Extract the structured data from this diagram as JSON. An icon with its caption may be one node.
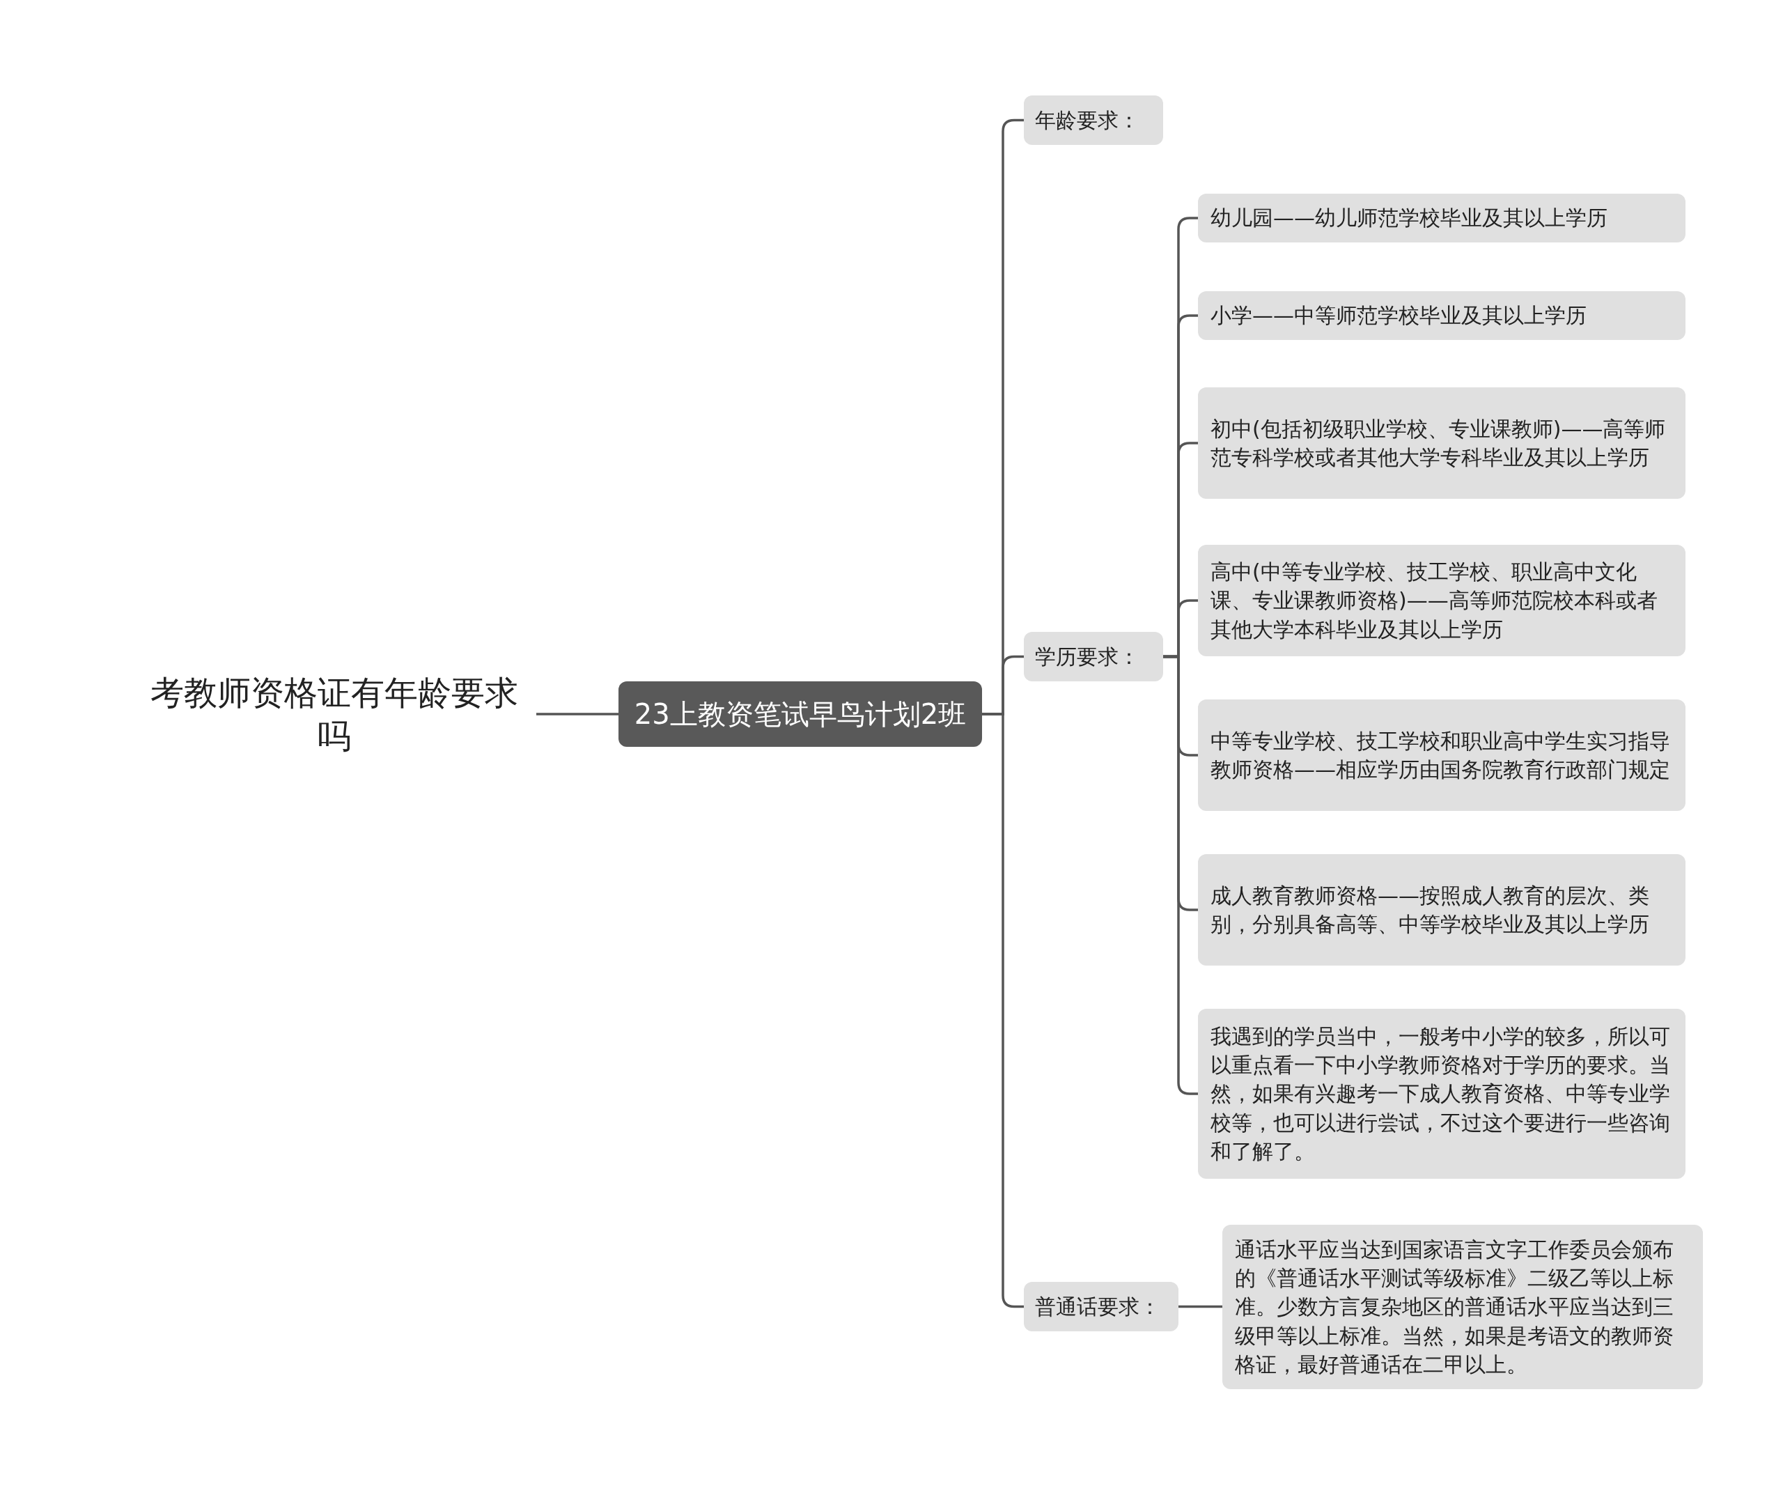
{
  "diagram": {
    "nodes": [
      {
        "text": [
          "考教师资格证有年龄要求吗"
        ]
      },
      {
        "text": [
          "23上教资笔试早鸟计划2班"
        ]
      },
      {
        "text": [
          "年龄要求："
        ]
      },
      {
        "text": [
          "学历要求："
        ]
      },
      {
        "text": [
          "幼儿园——幼儿师范学校毕业及其以上学历"
        ]
      },
      {
        "text": [
          "小学——中等师范学校毕业及其以上学历"
        ]
      },
      {
        "text": [
          "初中(包括初级职业学校、专业课教师)——高等师范专科学校或者其他大学专科毕业及其以上学历"
        ]
      },
      {
        "text": [
          "高中(中等专业学校、技工学校、职业高中文化课、专业课教师资格)——高等师范院校本科或者其他大学本科毕业及其以上学历"
        ]
      },
      {
        "text": [
          "中等专业学校、技工学校和职业高中学生实习指导教师资格——相应学历由国务院教育行政部门规定"
        ]
      },
      {
        "text": [
          "成人教育教师资格——按照成人教育的层次、类别，分别具备高等、中等学校毕业及其以上学历"
        ]
      },
      {
        "text": [
          "我遇到的学员当中，一般考中小学的较多，所以可以重点看一下中小学教师资格对于学历的要求。当然，如果有兴趣考一下成人教育资格、中等专业学校等，也可以进行尝试，不过这个要进行一些咨询和了解了。"
        ]
      },
      {
        "text": [
          "普通话要求："
        ]
      },
      {
        "text": [
          "通话水平应当达到国家语言文字工作委员会颁布的《普通话水平测试等级标准》二级乙等以上标准。少数方言复杂地区的普通话水平应当达到三级甲等以上标准。当然，如果是考语文的教师资格证，最好普通话在二甲以上。"
        ]
      }
    ],
    "edges": [
      {
        "from": 0,
        "to": 1,
        "arrow": "none"
      },
      {
        "from": 1,
        "to": 2,
        "arrow": "none"
      },
      {
        "from": 1,
        "to": 3,
        "arrow": "none"
      },
      {
        "from": 1,
        "to": 11,
        "arrow": "none"
      },
      {
        "from": 3,
        "to": 4,
        "arrow": "none"
      },
      {
        "from": 3,
        "to": 5,
        "arrow": "none"
      },
      {
        "from": 3,
        "to": 6,
        "arrow": "none"
      },
      {
        "from": 3,
        "to": 7,
        "arrow": "none"
      },
      {
        "from": 3,
        "to": 8,
        "arrow": "none"
      },
      {
        "from": 3,
        "to": 9,
        "arrow": "none"
      },
      {
        "from": 3,
        "to": 10,
        "arrow": "none"
      },
      {
        "from": 11,
        "to": 12,
        "arrow": "none"
      }
    ]
  }
}
